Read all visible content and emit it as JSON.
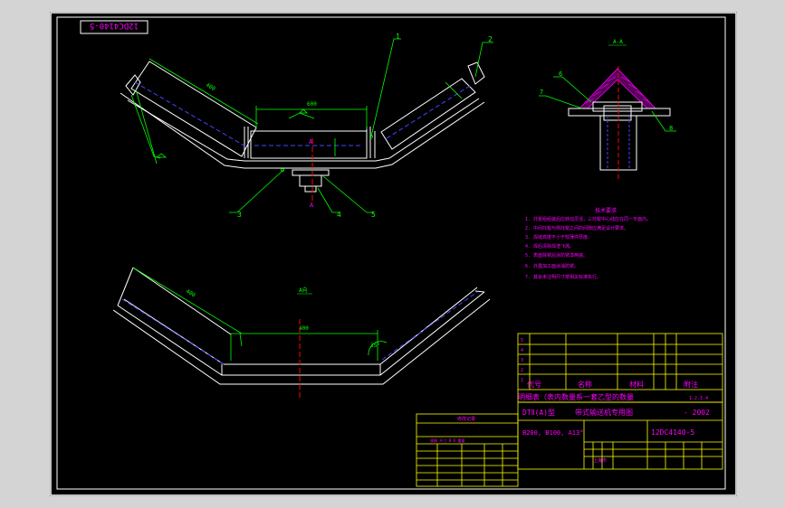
{
  "drawing_code_box": "12DC4140-5",
  "section_label": "A-A",
  "view_label_bottom": "A向",
  "dimension_labels": {
    "center_length": "600",
    "wing_length_left": "400",
    "bottom_span": "400",
    "angle_bottom": "35°"
  },
  "callouts": [
    "1",
    "2",
    "3",
    "4",
    "5"
  ],
  "section_callouts": [
    "6",
    "7",
    "8"
  ],
  "section_marks": [
    "A",
    "A",
    "A"
  ],
  "tech_notes": {
    "title": "技术要求",
    "lines": [
      "1. 托辊组组装后应转动灵活，三托辊中心线应在同一平面内。",
      "2. 中间托辊与侧托辊之间的间隙应满足设计要求。",
      "3. 焊缝高度不小于较薄件厚度。",
      "4. 焊后清除焊渣飞溅。",
      "5. 表面除锈后涂防锈漆两遍。",
      "6. 外露加工面涂油防锈。",
      "7. 其余未注明尺寸按相关标准执行。"
    ]
  },
  "parts_table": {
    "header": [
      "代号",
      "名称",
      "材料",
      "附注"
    ],
    "rows": [
      [
        "5",
        "",
        "",
        "",
        "",
        ""
      ],
      [
        "4",
        "",
        "",
        "",
        "",
        ""
      ],
      [
        "3",
        "",
        "",
        "",
        "",
        ""
      ],
      [
        "2",
        "",
        "",
        "",
        "",
        ""
      ],
      [
        "1",
        "",
        "",
        "",
        "",
        ""
      ]
    ],
    "footer_note": "明细表（表内数量系一套乙型的数量",
    "footer_right": "1.2.3.4"
  },
  "title_block": {
    "series": "DTⅡ(A)型",
    "title": "带式输送机专用图",
    "year": "- 2002",
    "spec": "B200, B100, A13°",
    "drawing_no": "12DC4140-5",
    "company": "上海市"
  },
  "revision_table": {
    "title": "修改记录",
    "rows": [
      "",
      "",
      ""
    ],
    "footer": "规格  尺寸  B  D  重量"
  },
  "colors": {
    "frame": "#ffffff",
    "part": "#ffffff",
    "leader": "#00ff00",
    "hidden": "#3c3cff",
    "text": "#ff00ff",
    "table": "#ffff00",
    "centerline": "#ff0000"
  }
}
